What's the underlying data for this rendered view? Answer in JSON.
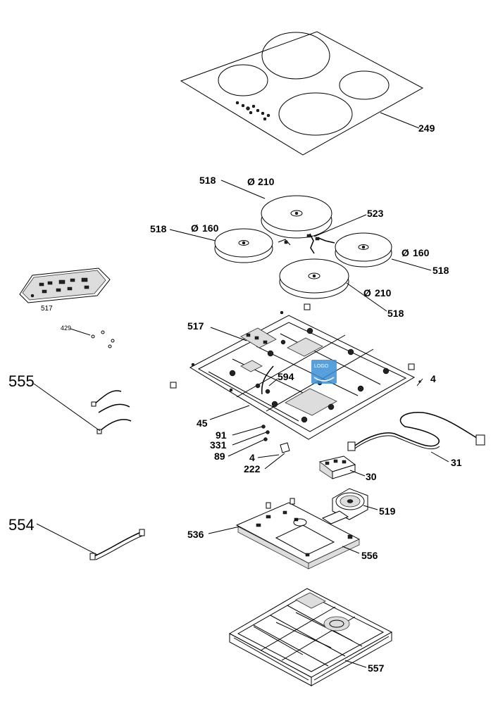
{
  "labels": {
    "glass_top": "249",
    "zone_large_1": "518",
    "zone_large_1_dia": "210",
    "zone_small_1": "518",
    "zone_small_1_dia": "160",
    "connector": "523",
    "zone_small_2_dia": "160",
    "zone_small_2": "518",
    "zone_large_2_dia": "210",
    "zone_large_2": "518",
    "control_board_side": "517",
    "small_parts": "429",
    "control_board": "517",
    "fixing_4_right": "4",
    "cable_555": "555",
    "part_594": "594",
    "frame": "45",
    "screw_91": "91",
    "screw_331": "331",
    "screw_89": "89",
    "fixing_4_bottom": "4",
    "clip_222": "222",
    "terminal_block": "30",
    "power_cable": "31",
    "fan": "519",
    "cable_554": "554",
    "bracket_536": "536",
    "power_board": "556",
    "bottom_housing": "557"
  },
  "colors": {
    "line": "#000000",
    "watermark_accent": "#3a8fd6"
  }
}
